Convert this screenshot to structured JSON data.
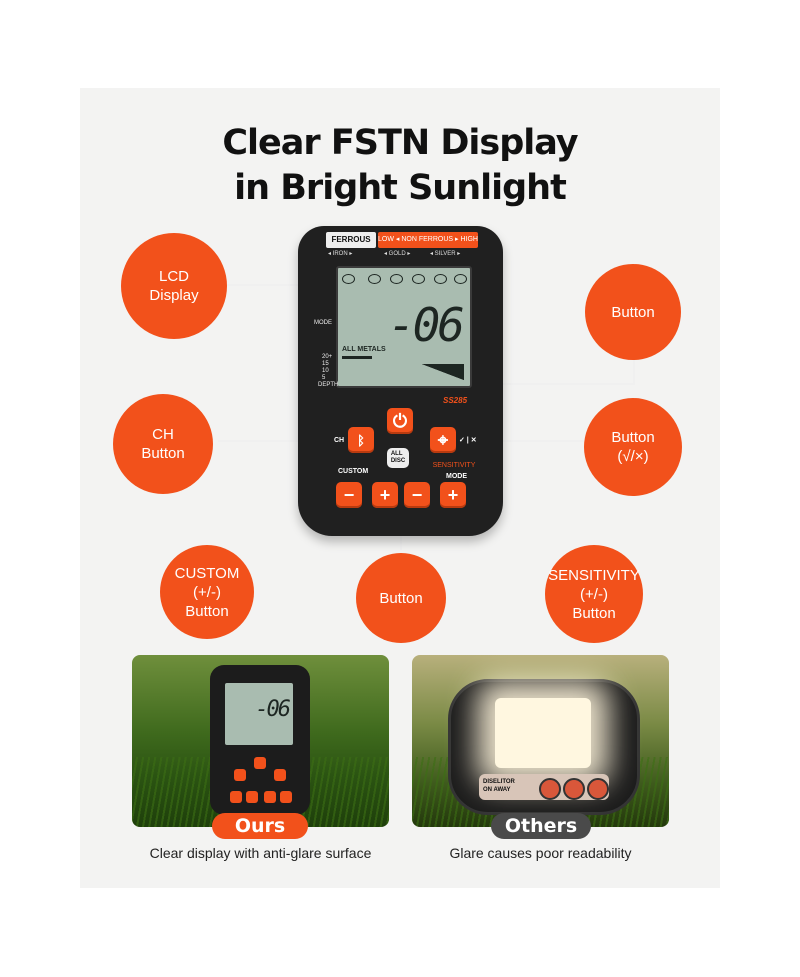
{
  "headline": {
    "line1": "Clear FSTN Display",
    "line2": "in Bright Sunlight"
  },
  "callouts": {
    "lcd": "LCD\nDisplay",
    "button_top": "Button",
    "ch": "CH\nButton",
    "check_cross": "Button\n(√/×)",
    "custom": "CUSTOM\n(+/-)\nButton",
    "button_bottom": "Button",
    "sensitivity": "SENSITIVITY\n(+/-)\nButton"
  },
  "device": {
    "ferrous": "FERROUS",
    "non_ferrous": "LOW ◂ NON FERROUS ▸ HIGH",
    "iron": "◂ IRON ▸",
    "gold": "◂ GOLD ▸",
    "silver": "◂ SILVER ▸",
    "reading": "-06",
    "all_metals": "ALL METALS",
    "mode": "MODE",
    "depth_values": "20+\n15\n10\n5",
    "depth": "DEPTH",
    "model": "SS285",
    "ch": "CH",
    "custom": "CUSTOM",
    "sensitivity": "SENSITIVITY",
    "mode_label": "MODE",
    "all_disc": "ALL\nDISC",
    "check_cross": "✓ | ✕"
  },
  "comparison": {
    "ours_label": "Ours",
    "others_label": "Others",
    "ours_caption": "Clear display with anti-glare surface",
    "others_caption": "Glare causes poor readability",
    "ours_reading": "-06",
    "others_device_text": "DISELITOR\nON AWAY"
  },
  "colors": {
    "accent": "#f2511b",
    "device_body": "#202020",
    "lcd": "#a9bcb0",
    "panel": "#f3f3f2"
  }
}
